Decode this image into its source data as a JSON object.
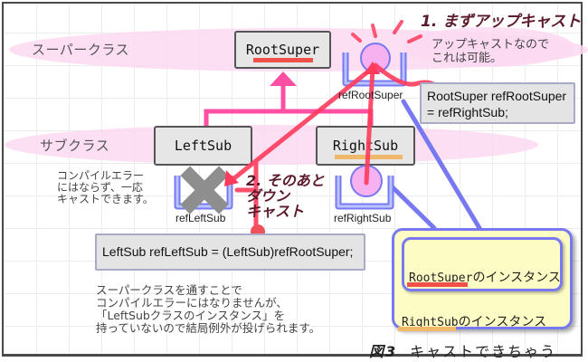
{
  "bands": {
    "superclass_label": "スーパークラス",
    "subclass_label": "サブクラス"
  },
  "classes": {
    "root": "RootSuper",
    "left": "LeftSub",
    "right": "RightSub"
  },
  "references": {
    "root": "refRootSuper",
    "left": "refLeftSub",
    "right": "refRightSub"
  },
  "callouts": {
    "step1": "1. まずアップキャスト",
    "step1_note_line1": "アップキャストなので",
    "step1_note_line2": "これは可能。",
    "step2_line1": "2. そのあと",
    "step2_line2": "ダウン",
    "step2_line3": "キャスト"
  },
  "code": {
    "upcast_line1": "RootSuper refRootSuper",
    "upcast_line2": "= refRightSub;",
    "downcast": "LeftSub refLeftSub = (LeftSub)refRootSuper;"
  },
  "notes": {
    "compile_line1": "コンパイルエラー",
    "compile_line2": "にはならず、一応",
    "compile_line3": "キャストできます。",
    "explain_line1": "スーパークラスを通すことで",
    "explain_line2": "コンパイルエラーにはなりませんが、",
    "explain_line3": "「LeftSubクラスのインスタンス」を",
    "explain_line4": "持っていないので結局例外が投げられます。"
  },
  "instances": {
    "inner_class": "RootSuper",
    "inner_suffix": "のインスタンス",
    "outer_class": "RightSub",
    "outer_suffix": "のインスタンス"
  },
  "caption": {
    "figure": "図3",
    "title": "キャストできちゃう"
  },
  "colors": {
    "band_pink": "#fbd9f1",
    "inherit_arrow": "#ff4fa3",
    "cast_arrow": "#ff3b5c",
    "ref_link": "#7878f0",
    "root_underline": "#f0504a",
    "right_underline": "#f0b86a",
    "instance_fill": "#fdfcc4"
  }
}
